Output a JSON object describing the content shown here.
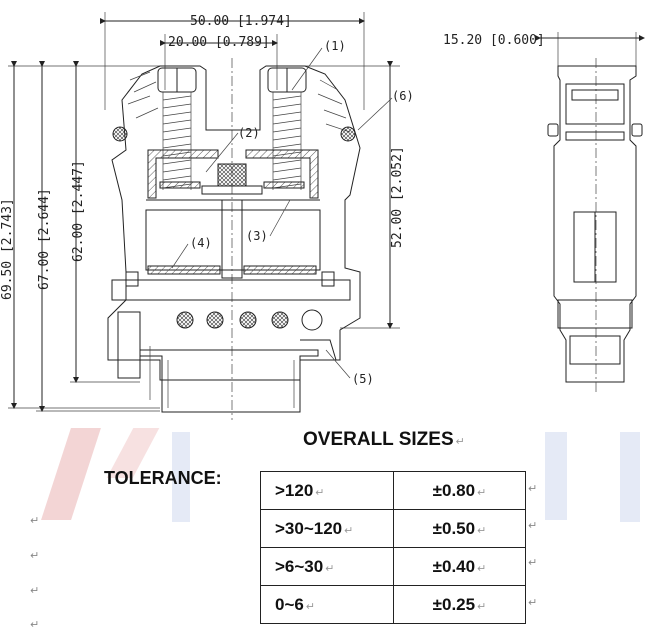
{
  "dimensions": {
    "width_50": "50.00 [1.974]",
    "width_20": "20.00 [0.789]",
    "height_69_5": "69.50 [2.743]",
    "height_67": "67.00 [2.644]",
    "height_62": "62.00 [2.447]",
    "height_52": "52.00 [2.052]",
    "side_width": "15.20 [0.600]"
  },
  "callouts": [
    "(1)",
    "(2)",
    "(3)",
    "(4)",
    "(5)",
    "(6)"
  ],
  "overall_sizes_title": "OVERALL SIZES",
  "tolerance_label": "TOLERANCE:",
  "tolerance_table": [
    {
      "range": ">120",
      "tolerance": "±0.80"
    },
    {
      "range": ">30~120",
      "tolerance": "±0.50"
    },
    {
      "range": ">6~30",
      "tolerance": "±0.40"
    },
    {
      "range": "0~6",
      "tolerance": "±0.25"
    }
  ],
  "paragraph_mark": "↵",
  "colors": {
    "line": "#222222",
    "watermark_red": "#e9b3b3",
    "watermark_blue": "#b9c9e6"
  }
}
